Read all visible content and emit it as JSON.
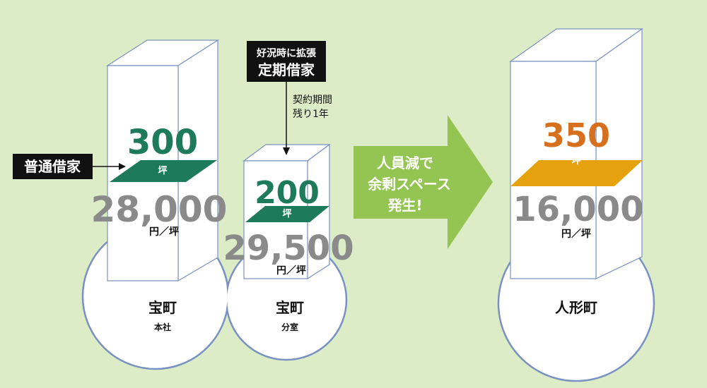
{
  "colors": {
    "background": "#dcecc6",
    "dark_green": "#1d7a5b",
    "gray_number": "#8a8a8a",
    "orange": "#d6701e",
    "gold_floor": "#e6a10e",
    "arrow_green": "#94c451",
    "outline_blue": "#7a92c2",
    "label_box": "#111111"
  },
  "left_site": {
    "building_a": {
      "area_number": "300",
      "area_unit": "坪",
      "rent_number": "28,000",
      "rent_unit": "円／坪",
      "location_name": "宝町",
      "location_sub": "本社"
    },
    "building_b": {
      "area_number": "200",
      "area_unit": "坪",
      "rent_number": "29,500",
      "rent_unit": "円／坪",
      "location_name": "宝町",
      "location_sub": "分室"
    },
    "label_normal_lease": "普通借家",
    "label_fixed_lease_line1": "好況時に拡張",
    "label_fixed_lease_line2": "定期借家",
    "contract_note_line1": "契約期間",
    "contract_note_line2": "残り1年"
  },
  "center_arrow": {
    "line1": "人員減で",
    "line2": "余剰スペース",
    "line3": "発生!"
  },
  "right_site": {
    "area_number": "350",
    "area_unit": "坪",
    "rent_number": "16,000",
    "rent_unit": "円／坪",
    "location_name": "人形町"
  }
}
